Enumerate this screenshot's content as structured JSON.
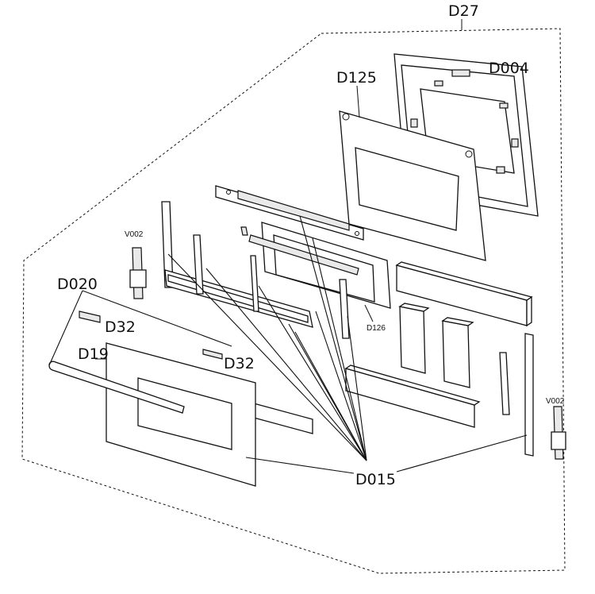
{
  "labels": {
    "d27": "D27",
    "d004": "D004",
    "d125": "D125",
    "d126": "D126",
    "v002_left": "V002",
    "v002_right": "V002",
    "d020": "D020",
    "d32_a": "D32",
    "d32_b": "D32",
    "d19": "D19",
    "d015": "D015"
  }
}
